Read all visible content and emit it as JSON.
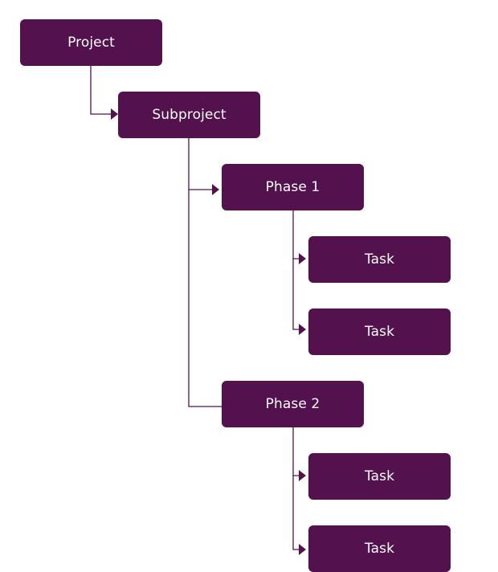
{
  "colors": {
    "node_fill": "#53124d",
    "node_text": "#ffffff",
    "connector": "#53124d",
    "background": "#ffffff"
  },
  "nodes": {
    "project": "Project",
    "subproject": "Subproject",
    "phase1": "Phase 1",
    "phase2": "Phase 2",
    "task1": "Task",
    "task2": "Task",
    "task3": "Task",
    "task4": "Task"
  }
}
